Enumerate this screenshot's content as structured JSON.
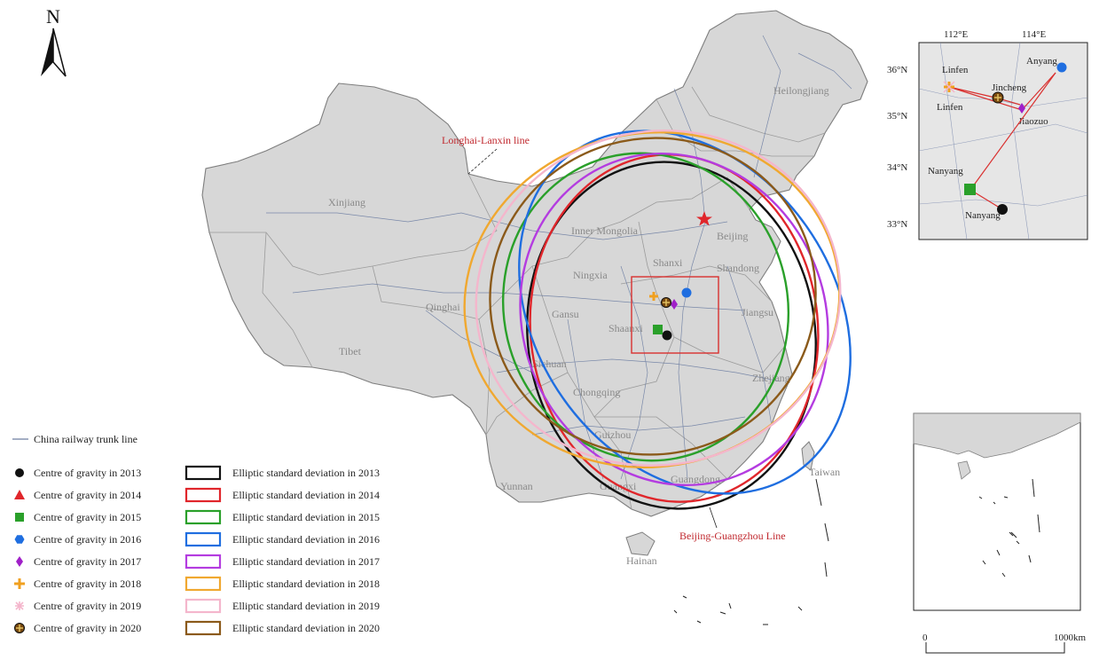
{
  "north_label": "N",
  "province_labels": {
    "xinjiang": "Xinjiang",
    "tibet": "Tibet",
    "qinghai": "Qinghai",
    "inner_mongolia": "Inner Mongolia",
    "heilongjiang": "Heilongjiang",
    "beijing": "Beijing",
    "shanxi": "Shanxi",
    "shandong": "Shandong",
    "ningxia": "Ningxia",
    "gansu": "Gansu",
    "shaanxi": "Shaanxi",
    "jiangsu": "Jiangsu",
    "sichuan": "Sichuan",
    "chongqing": "Chongqing",
    "zhejiang": "Zhejiang",
    "guizhou": "Guizhou",
    "yunnan": "Yunnan",
    "guangxi": "Guangxi",
    "guangdong": "Guangdong",
    "taiwan": "Taiwan",
    "hainan": "Hainan"
  },
  "line_labels": {
    "longhai": "Longhai-Lanxin line",
    "beijing_guangzhou": "Beijing-Guangzhou Line"
  },
  "inset": {
    "lon_ticks": [
      "112°E",
      "114°E"
    ],
    "lat_ticks": [
      "36°N",
      "35°N",
      "34°N",
      "33°N"
    ],
    "cities": {
      "anyang": "Anyang",
      "linfen_1": "Linfen",
      "linfen_2": "Linfen",
      "jincheng": "Jincheng",
      "jiaozuo": "Jiaozuo",
      "nanyang_1": "Nanyang",
      "nanyang_2": "Nanyang"
    }
  },
  "scale_bar": {
    "start": "0",
    "end": "1000km"
  },
  "legend": {
    "railway": "China railway trunk line",
    "centres": [
      {
        "label": "Centre of gravity in 2013",
        "color": "#111111",
        "marker": "circle"
      },
      {
        "label": "Centre of gravity in 2014",
        "color": "#e0262b",
        "marker": "triangle"
      },
      {
        "label": "Centre of gravity in 2015",
        "color": "#2aa02a",
        "marker": "square"
      },
      {
        "label": "Centre of gravity in 2016",
        "color": "#1f6ee0",
        "marker": "hexagon"
      },
      {
        "label": "Centre of gravity in 2017",
        "color": "#a020c8",
        "marker": "diamond"
      },
      {
        "label": "Centre of gravity in 2018",
        "color": "#f0a020",
        "marker": "cross"
      },
      {
        "label": "Centre of gravity in 2019",
        "color": "#f4b6cc",
        "marker": "asterisk"
      },
      {
        "label": "Centre of gravity in 2020",
        "color": "#7a4a10",
        "marker": "crossed-circle"
      }
    ],
    "ellipses": [
      {
        "label": "Elliptic standard deviation in 2013",
        "color": "#111111"
      },
      {
        "label": "Elliptic standard deviation in 2014",
        "color": "#e0262b"
      },
      {
        "label": "Elliptic standard deviation in 2015",
        "color": "#2aa02a"
      },
      {
        "label": "Elliptic standard deviation in 2016",
        "color": "#1f6ee0"
      },
      {
        "label": "Elliptic standard deviation in 2017",
        "color": "#b43ce0"
      },
      {
        "label": "Elliptic standard deviation in 2018",
        "color": "#f0a830"
      },
      {
        "label": "Elliptic standard deviation in 2019",
        "color": "#f4b6cc"
      },
      {
        "label": "Elliptic standard deviation in 2020",
        "color": "#8b5a1a"
      }
    ]
  }
}
